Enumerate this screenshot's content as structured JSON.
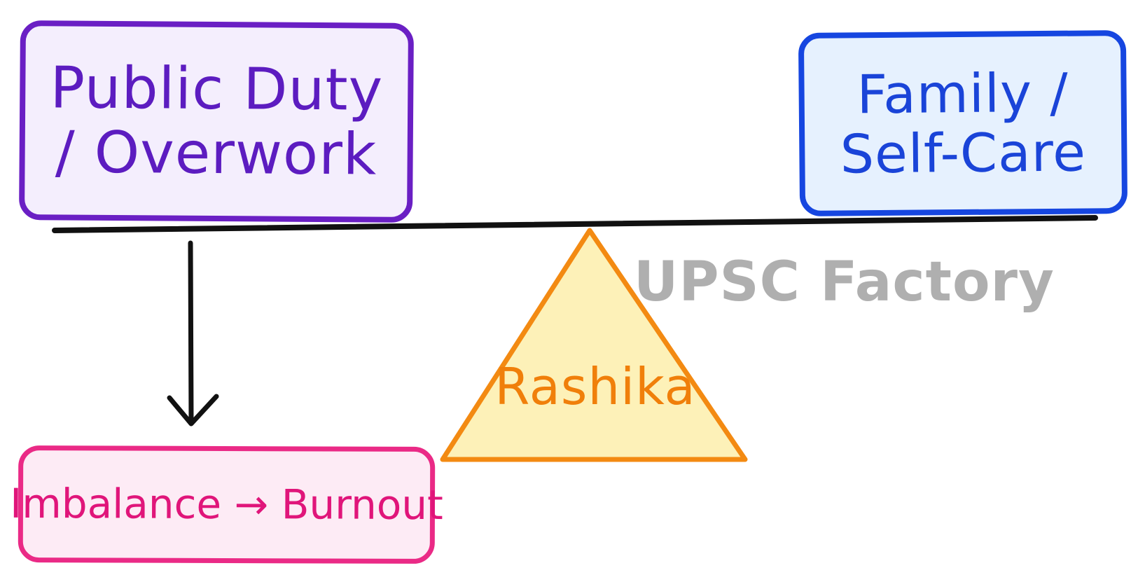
{
  "diagram": {
    "nodes": {
      "public_duty": {
        "label": "Public Duty / Overwork"
      },
      "family": {
        "label": "Family / Self-Care"
      },
      "burnout": {
        "label": "Imbalance → Burnout"
      },
      "pivot": {
        "label": "Rashika"
      }
    },
    "edges": [
      {
        "from": "public_duty",
        "to": "burnout",
        "kind": "arrow"
      }
    ],
    "colors": {
      "public_duty_stroke": "#6a1fc4",
      "public_duty_fill": "#f4eefd",
      "family_stroke": "#1646e0",
      "family_fill": "#e6f1fe",
      "burnout_stroke": "#ea2a86",
      "burnout_fill": "#fdebf5",
      "pivot_stroke": "#f38a12",
      "pivot_fill": "#fdf1b8",
      "beam": "#111111"
    }
  },
  "watermark": {
    "text": "UPSC Factory"
  }
}
